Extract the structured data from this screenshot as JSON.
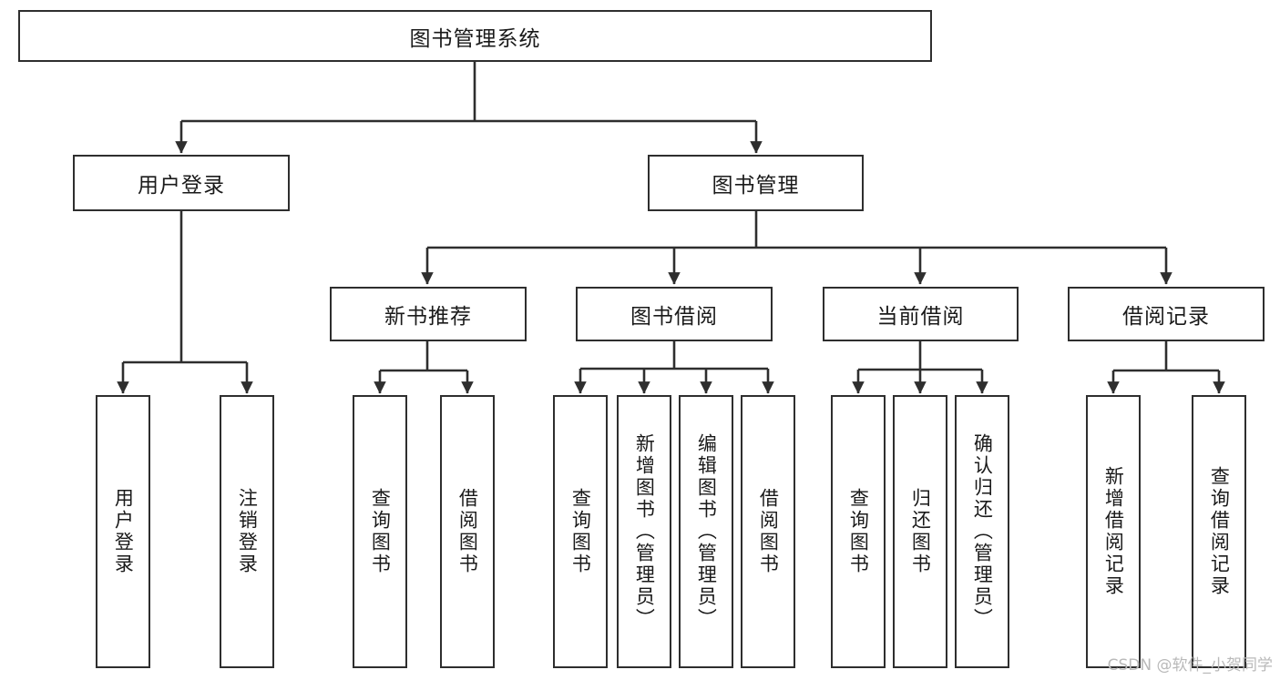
{
  "diagram": {
    "type": "tree-hierarchy",
    "title": "图书管理系统",
    "orientation": "top-down",
    "colors": {
      "box_border": "#2e2e2e",
      "box_fill": "#ffffff",
      "edge": "#2e2e2e",
      "text": "#1a1a1a",
      "watermark": "#b9b9b9",
      "background": "#ffffff"
    }
  },
  "nodes": {
    "root": {
      "label": "图书管理系统",
      "level": 0
    },
    "level1": [
      {
        "id": "user-login",
        "label": "用户登录"
      },
      {
        "id": "book-management",
        "label": "图书管理"
      }
    ],
    "level2": [
      {
        "id": "new-book-recommend",
        "label": "新书推荐",
        "parent": "book-management"
      },
      {
        "id": "book-borrow",
        "label": "图书借阅",
        "parent": "book-management"
      },
      {
        "id": "current-borrow",
        "label": "当前借阅",
        "parent": "book-management"
      },
      {
        "id": "borrow-record",
        "label": "借阅记录",
        "parent": "book-management"
      }
    ],
    "leaves": {
      "user-login": [
        {
          "id": "leaf-user-login",
          "label": "用户登录"
        },
        {
          "id": "leaf-user-logout",
          "label": "注销登录"
        }
      ],
      "new-book-recommend": [
        {
          "id": "leaf-query-book-1",
          "label": "查询图书"
        },
        {
          "id": "leaf-borrow-book-1",
          "label": "借阅图书"
        }
      ],
      "book-borrow": [
        {
          "id": "leaf-query-book-2",
          "label": "查询图书"
        },
        {
          "id": "leaf-add-book",
          "label": "新增图书（管理员）"
        },
        {
          "id": "leaf-edit-book",
          "label": "编辑图书（管理员）"
        },
        {
          "id": "leaf-borrow-book-2",
          "label": "借阅图书"
        }
      ],
      "current-borrow": [
        {
          "id": "leaf-query-book-3",
          "label": "查询图书"
        },
        {
          "id": "leaf-return-book",
          "label": "归还图书"
        },
        {
          "id": "leaf-confirm-return",
          "label": "确认归还（管理员）"
        }
      ],
      "borrow-record": [
        {
          "id": "leaf-add-record",
          "label": "新增借阅记录"
        },
        {
          "id": "leaf-query-record",
          "label": "查询借阅记录"
        }
      ]
    }
  },
  "watermark": {
    "text": "CSDN @软件_小贺同学"
  }
}
